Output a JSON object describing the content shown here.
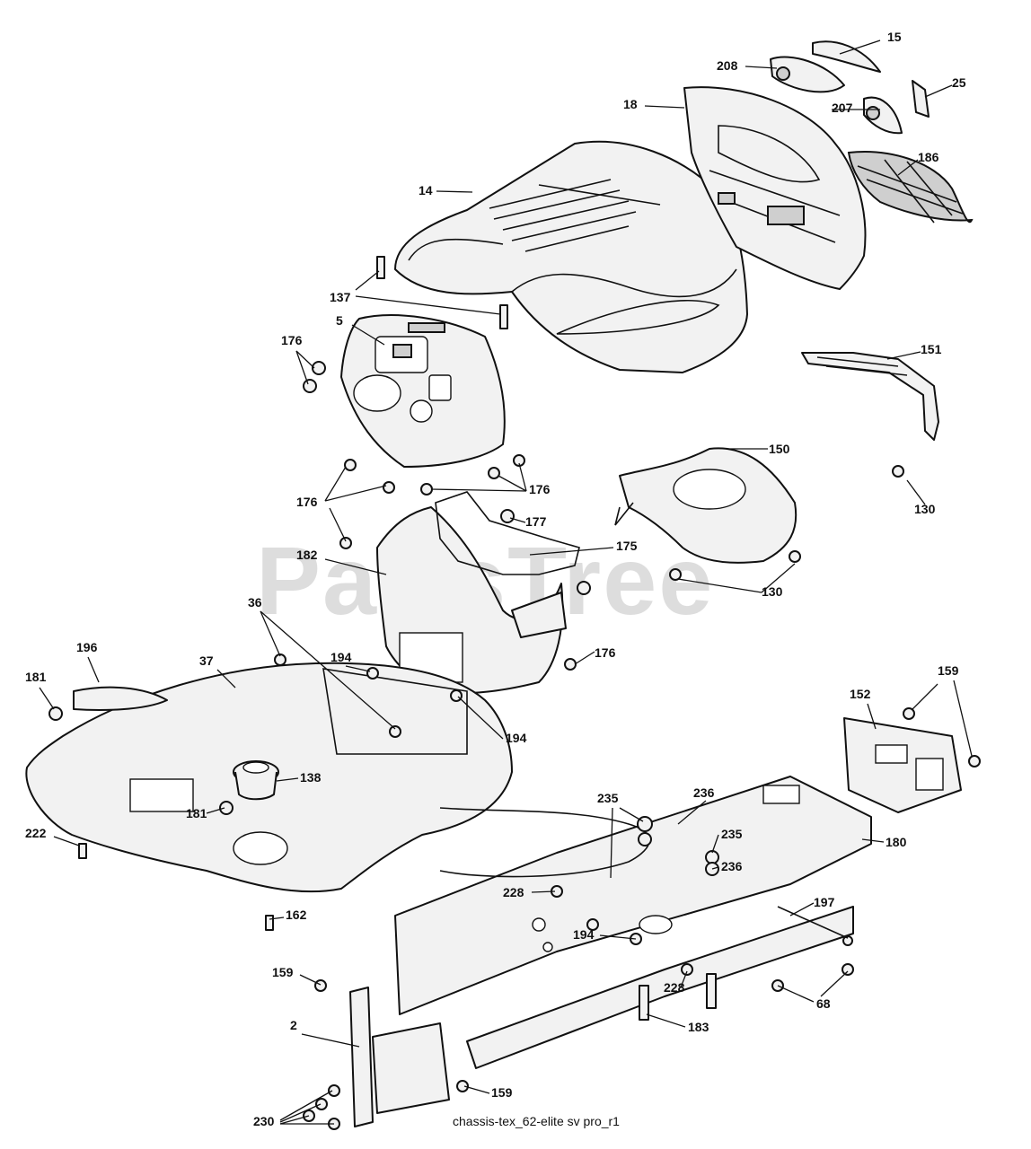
{
  "watermark": {
    "text": "PartsTree",
    "trademark": "™"
  },
  "caption": "chassis-tex_62-elite sv pro_r1",
  "callouts": [
    "15",
    "208",
    "25",
    "18",
    "207",
    "186",
    "14",
    "137",
    "5",
    "176",
    "151",
    "150",
    "130",
    "176",
    "176",
    "177",
    "175",
    "182",
    "130",
    "36",
    "196",
    "37",
    "194",
    "176",
    "181",
    "194",
    "159",
    "152",
    "138",
    "181",
    "222",
    "235",
    "236",
    "235",
    "236",
    "180",
    "228",
    "197",
    "162",
    "194",
    "228",
    "68",
    "159",
    "183",
    "2",
    "159",
    "230"
  ],
  "parts": [
    "lens-cover",
    "headlight-left",
    "lens-small",
    "grille-housing",
    "headlight-right",
    "mesh-grille",
    "hood",
    "hood-pad",
    "dash-panel",
    "clip",
    "bracket",
    "air-shroud",
    "screw",
    "dash-screw",
    "dash-clip",
    "grommet",
    "support-bracket",
    "lower-panel",
    "shroud-screw",
    "hood-bolt",
    "fender-trim",
    "fender",
    "lock-nut",
    "panel-screw",
    "nut",
    "bushing",
    "frame-screw",
    "rear-bracket",
    "fuel-cap",
    "nut-2",
    "screw-2",
    "spacer",
    "washer",
    "spacer-2",
    "washer-2",
    "frame",
    "hex-screw",
    "rod",
    "bolt",
    "nut-3",
    "bolt-2",
    "carriage-bolt",
    "frame-bolt",
    "stud",
    "front-bracket",
    "screw-3",
    "bolt-set"
  ]
}
